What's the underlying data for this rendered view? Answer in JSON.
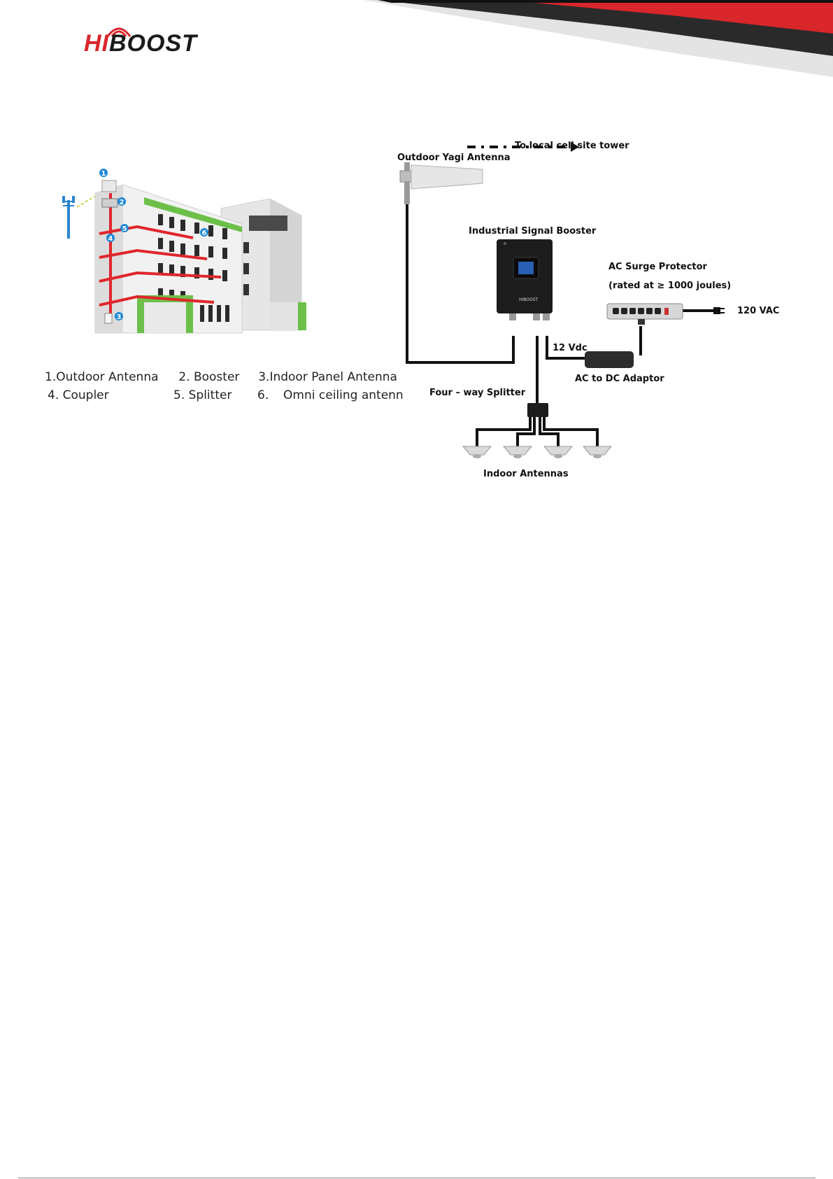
{
  "brand": {
    "logo_text": "HIBOOST",
    "colors": {
      "red": "#d8262b",
      "dark": "#1a1a1a",
      "grey": "#e2e2e2"
    }
  },
  "building_legend": {
    "row1": {
      "item1": "1.Outdoor Antenna",
      "item2": "2. Booster",
      "item3": "3.Indoor Panel Antenna"
    },
    "row2": {
      "item4": "4. Coupler",
      "item5": "5. Splitter",
      "item6_num": "6.",
      "item6_label": "Omni ceiling antenn"
    },
    "markers": [
      "1",
      "2",
      "3",
      "4",
      "5",
      "6"
    ]
  },
  "wiring_diagram": {
    "outdoor_antenna": "Outdoor Yagi Antenna",
    "tower_arrow": "To local cell site tower",
    "booster": "Industrial Signal Booster",
    "booster_brand": "HIBOOST",
    "surge_protector": "AC Surge Protector",
    "surge_rating": "(rated at ≥ 1000 joules)",
    "mains": "120 VAC",
    "dc_voltage": "12 Vdc",
    "adaptor": "AC to DC Adaptor",
    "splitter": "Four – way Splitter",
    "indoor_antennas": "Indoor Antennas"
  }
}
